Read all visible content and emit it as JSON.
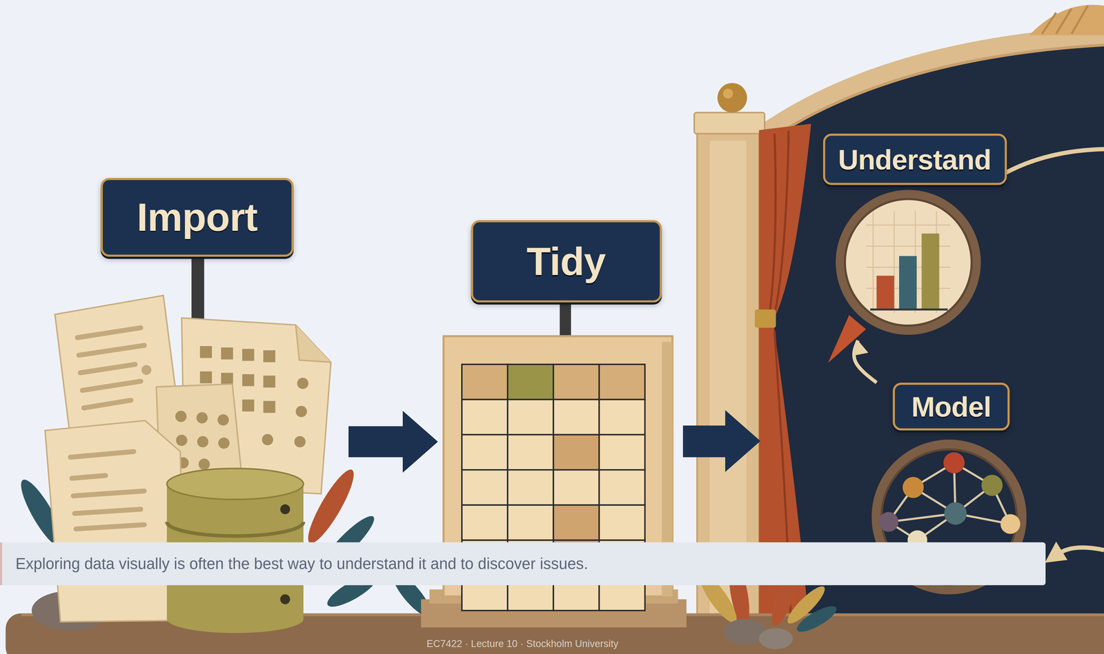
{
  "diagram": {
    "caption": "Exploring data visually is often the best way to understand it and to discover issues.",
    "nodes": [
      {
        "text": [
          "Import"
        ]
      },
      {
        "text": [
          "Tidy"
        ]
      },
      {
        "text": [
          "Understand"
        ]
      },
      {
        "text": [
          "Model"
        ]
      }
    ],
    "edges": [
      {
        "from": 0,
        "to": 1,
        "arrow": "to"
      },
      {
        "from": 3,
        "to": 2,
        "arrow": "to"
      }
    ],
    "labels": [
      "EC7422 · Lecture 10 · Stockholm University"
    ]
  }
}
